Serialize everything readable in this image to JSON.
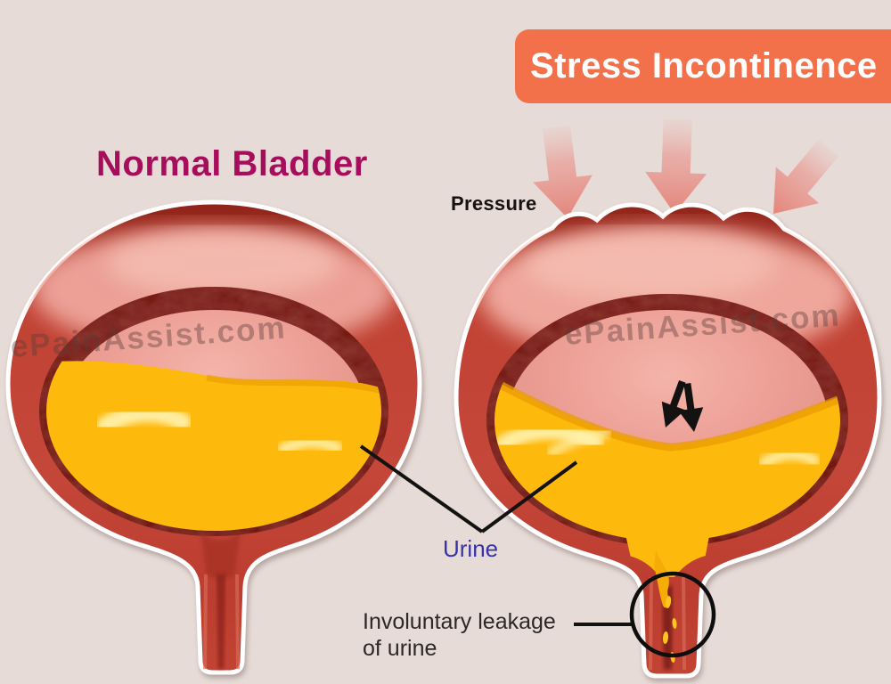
{
  "banner": {
    "label": "Stress Incontinence"
  },
  "left_figure": {
    "title": "Normal Bladder",
    "watermark": "ePainAssist.com"
  },
  "right_figure": {
    "pressure_label": "Pressure",
    "watermark": "ePainAssist.com"
  },
  "annotations": {
    "urine_label": "Urine",
    "leakage_line1": "Involuntary leakage",
    "leakage_line2": "of urine"
  },
  "colors": {
    "background": "#E6DBD7",
    "banner_bg": "#F2714B",
    "banner_text": "#FFFFFF",
    "normal_title": "#A60E5C",
    "pressure_text": "#171112",
    "urine_label_text": "#3733A7",
    "leakage_text": "#2D2828",
    "watermark_text": "rgba(88,60,57,0.40)",
    "bladder_wall_red": "#C4473A",
    "bladder_wall_dark_top": "#8E231A",
    "inner_ring_maroon": "#7B211B",
    "interior_pink": "#EC9E94",
    "urine_yellow": "#FEB90D",
    "urine_surface_amber": "#E99D00",
    "urine_highlight": "#FFF3B0",
    "pressure_arrow": "#E4897F",
    "annotation_line": "#141111"
  }
}
